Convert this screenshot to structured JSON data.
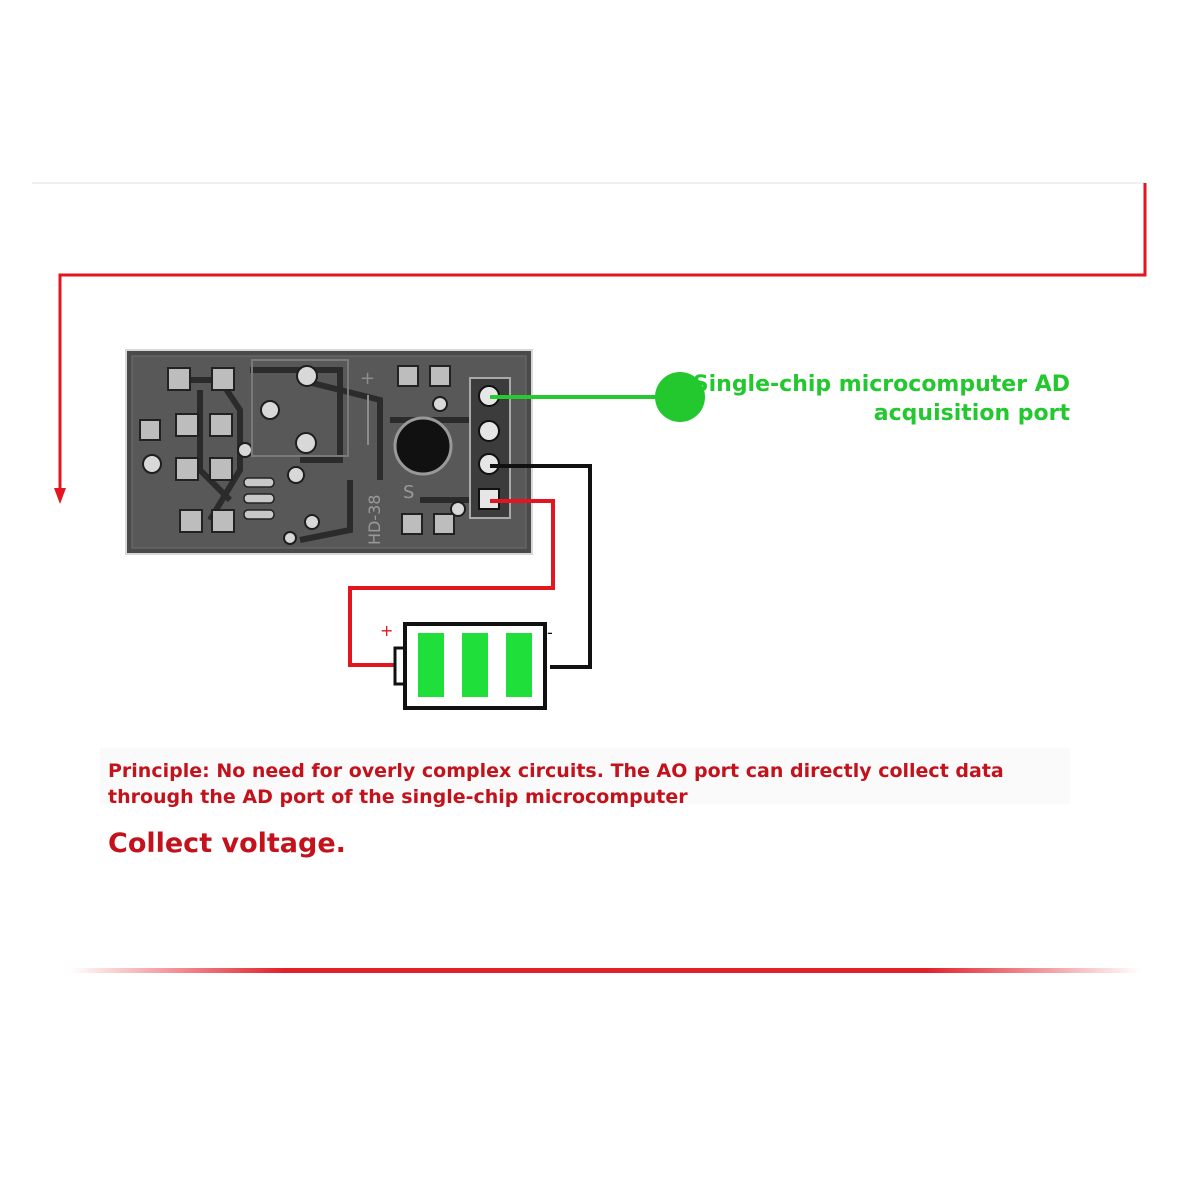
{
  "annotation": {
    "line1": "Single-chip microcomputer AD",
    "line2": "acquisition port"
  },
  "pcb": {
    "silkscreen_model": "HD-38",
    "silkscreen_s": "S"
  },
  "battery": {
    "plus": "+",
    "minus": "-",
    "bars": 3
  },
  "principle": {
    "line1": "Principle: No need for overly complex circuits. The AO port can directly collect data",
    "line2": "through the AD port of the single-chip microcomputer"
  },
  "collect": "Collect voltage.",
  "colors": {
    "wire_red": "#e3161f",
    "wire_green": "#28c832",
    "battery_green": "#1fe03a",
    "text_red": "#c3121b",
    "text_green": "#22c82e"
  }
}
